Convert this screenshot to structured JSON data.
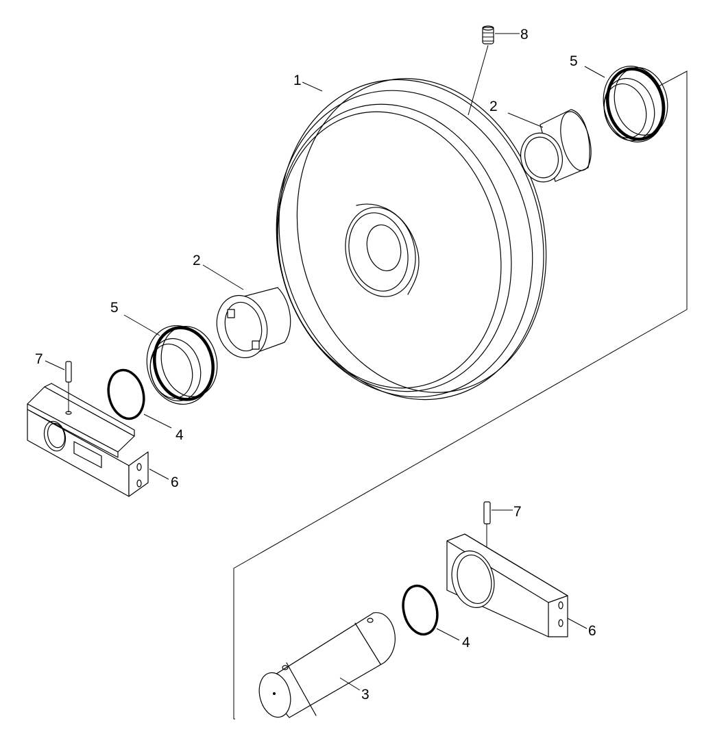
{
  "callouts": {
    "c1": "1",
    "c2a": "2",
    "c2b": "2",
    "c3": "3",
    "c4a": "4",
    "c4b": "4",
    "c5a": "5",
    "c5b": "5",
    "c6a": "6",
    "c6b": "6",
    "c7a": "7",
    "c7b": "7",
    "c8": "8"
  }
}
